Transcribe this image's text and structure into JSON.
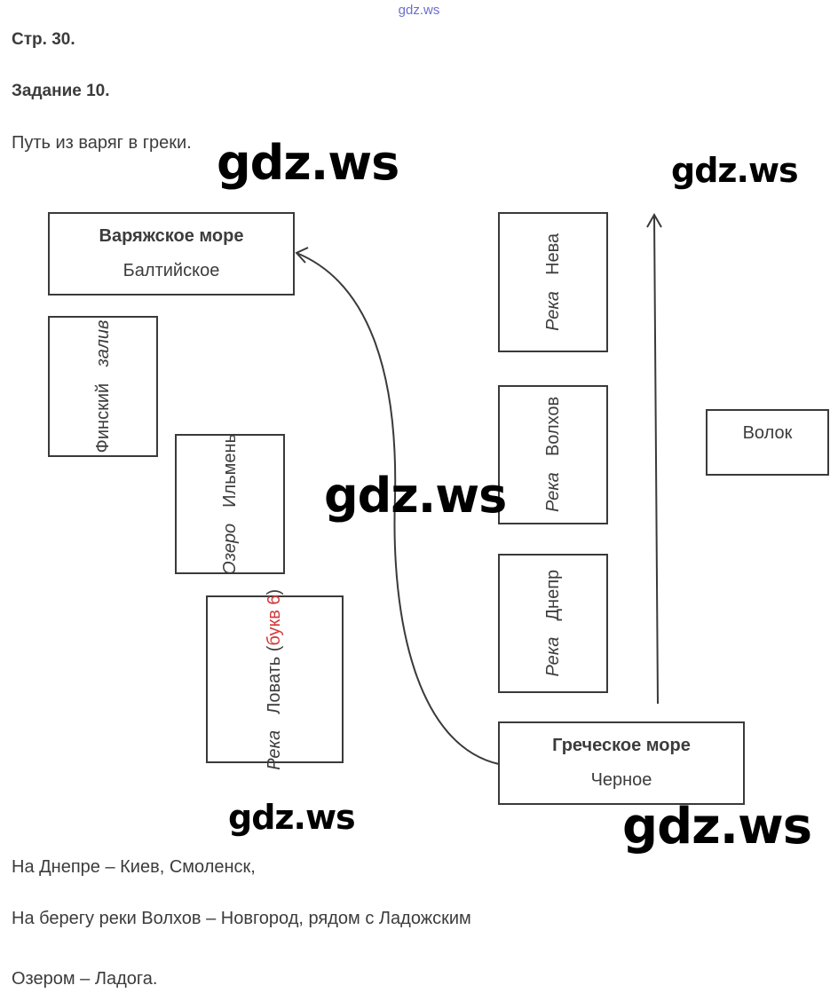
{
  "header": {
    "site_mark": "gdz.ws",
    "page_ref": "Стр. 30.",
    "task": "Задание 10.",
    "intro": "Путь из варяг в греки."
  },
  "watermarks": [
    "gdz.ws",
    "gdz.ws",
    "gdz.ws",
    "gdz.ws",
    "gdz.ws"
  ],
  "diagram": {
    "varangian_sea": {
      "title": "Варяжское море",
      "answer": "Балтийское"
    },
    "gulf": {
      "word1": "Финский",
      "word2": "залив"
    },
    "lake": {
      "word1": "Озеро",
      "word2": "Ильмень"
    },
    "river_lovat": {
      "word1": "Река",
      "name": "Ловать",
      "hint_open": " (",
      "hint": "букв 6",
      "hint_close": ")"
    },
    "river_neva": {
      "word1": "Река",
      "name": "Нева"
    },
    "river_volkhov": {
      "word1": "Река",
      "name": "Волхов"
    },
    "river_dnepr": {
      "word1": "Река",
      "name": "Днепр"
    },
    "portage": {
      "label": "Волок"
    },
    "greek_sea": {
      "title": "Греческое море",
      "answer": "Черное"
    }
  },
  "answers": {
    "line1": "На Днепре – Киев, Смоленск,",
    "line2": "На берегу реки Волхов – Новгород, рядом с Ладожским",
    "line3": "Озером – Ладога."
  }
}
